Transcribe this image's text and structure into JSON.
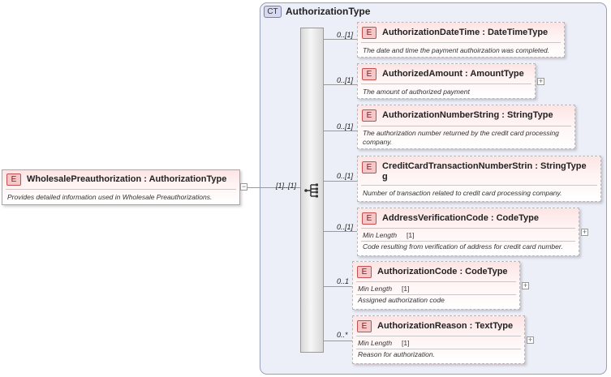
{
  "root": {
    "badge": "E",
    "name": "WholesalePreauthorization",
    "type": "AuthorizationType",
    "doc": "Provides detailed information used in Wholesale Preauthorizations.",
    "collapse_glyph": "−"
  },
  "root_cardinality": "[1]..[1]",
  "complex_type": {
    "badge": "CT",
    "name": "AuthorizationType"
  },
  "expand_glyph": "+",
  "elements": [
    {
      "badge": "E",
      "name": "AuthorizationDateTime",
      "type": "DateTimeType",
      "cardinality": "0..[1]",
      "doc": "The date and time the payment authoirzation was completed."
    },
    {
      "badge": "E",
      "name": "AuthorizedAmount",
      "type": "AmountType",
      "cardinality": "0..[1]",
      "doc": "The amount of authorized payment"
    },
    {
      "badge": "E",
      "name": "AuthorizationNumberString",
      "type": "StringType",
      "cardinality": "0..[1]",
      "doc": "The authorization number returned by the credit card processing company."
    },
    {
      "badge": "E",
      "name": "CreditCardTransactionNumberString",
      "name_line1": "CreditCardTransactionNumberStrin",
      "name_line2": "g",
      "type": "StringType",
      "cardinality": "0..[1]",
      "doc": "Number of transaction related to credit card processing company."
    },
    {
      "badge": "E",
      "name": "AddressVerificationCode",
      "type": "CodeType",
      "cardinality": "0..[1]",
      "facet_label": "Min Length",
      "facet_value": "[1]",
      "doc": "Code resulting from verification of address for credit card number."
    },
    {
      "badge": "E",
      "name": "AuthorizationCode",
      "type": "CodeType",
      "cardinality": "0..1",
      "facet_label": "Min Length",
      "facet_value": "[1]",
      "doc": "Assigned authorization code"
    },
    {
      "badge": "E",
      "name": "AuthorizationReason",
      "type": "TextType",
      "cardinality": "0..*",
      "facet_label": "Min Length",
      "facet_value": "[1]",
      "doc": "Reason for authorization."
    }
  ]
}
